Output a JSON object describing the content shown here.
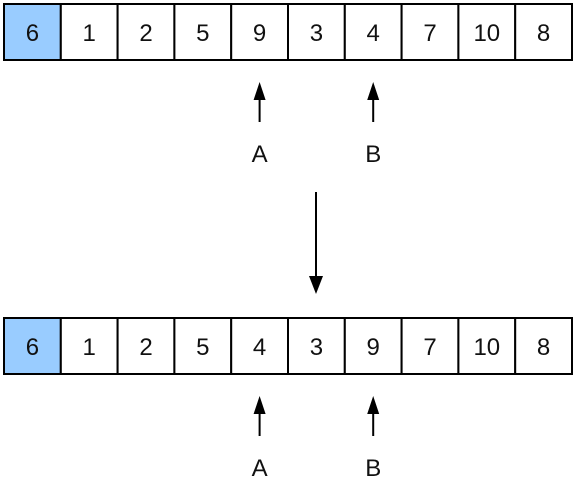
{
  "colors": {
    "pivot_fill": "#99ccff",
    "cell_fill": "#ffffff",
    "stroke": "#000000"
  },
  "before": {
    "cells": [
      "6",
      "1",
      "2",
      "5",
      "9",
      "3",
      "4",
      "7",
      "10",
      "8"
    ],
    "pivot_index": 0,
    "pointers": [
      {
        "label": "A",
        "index": 4
      },
      {
        "label": "B",
        "index": 6
      }
    ]
  },
  "after": {
    "cells": [
      "6",
      "1",
      "2",
      "5",
      "4",
      "3",
      "9",
      "7",
      "10",
      "8"
    ],
    "pivot_index": 0,
    "pointers": [
      {
        "label": "A",
        "index": 4
      },
      {
        "label": "B",
        "index": 6
      }
    ]
  }
}
